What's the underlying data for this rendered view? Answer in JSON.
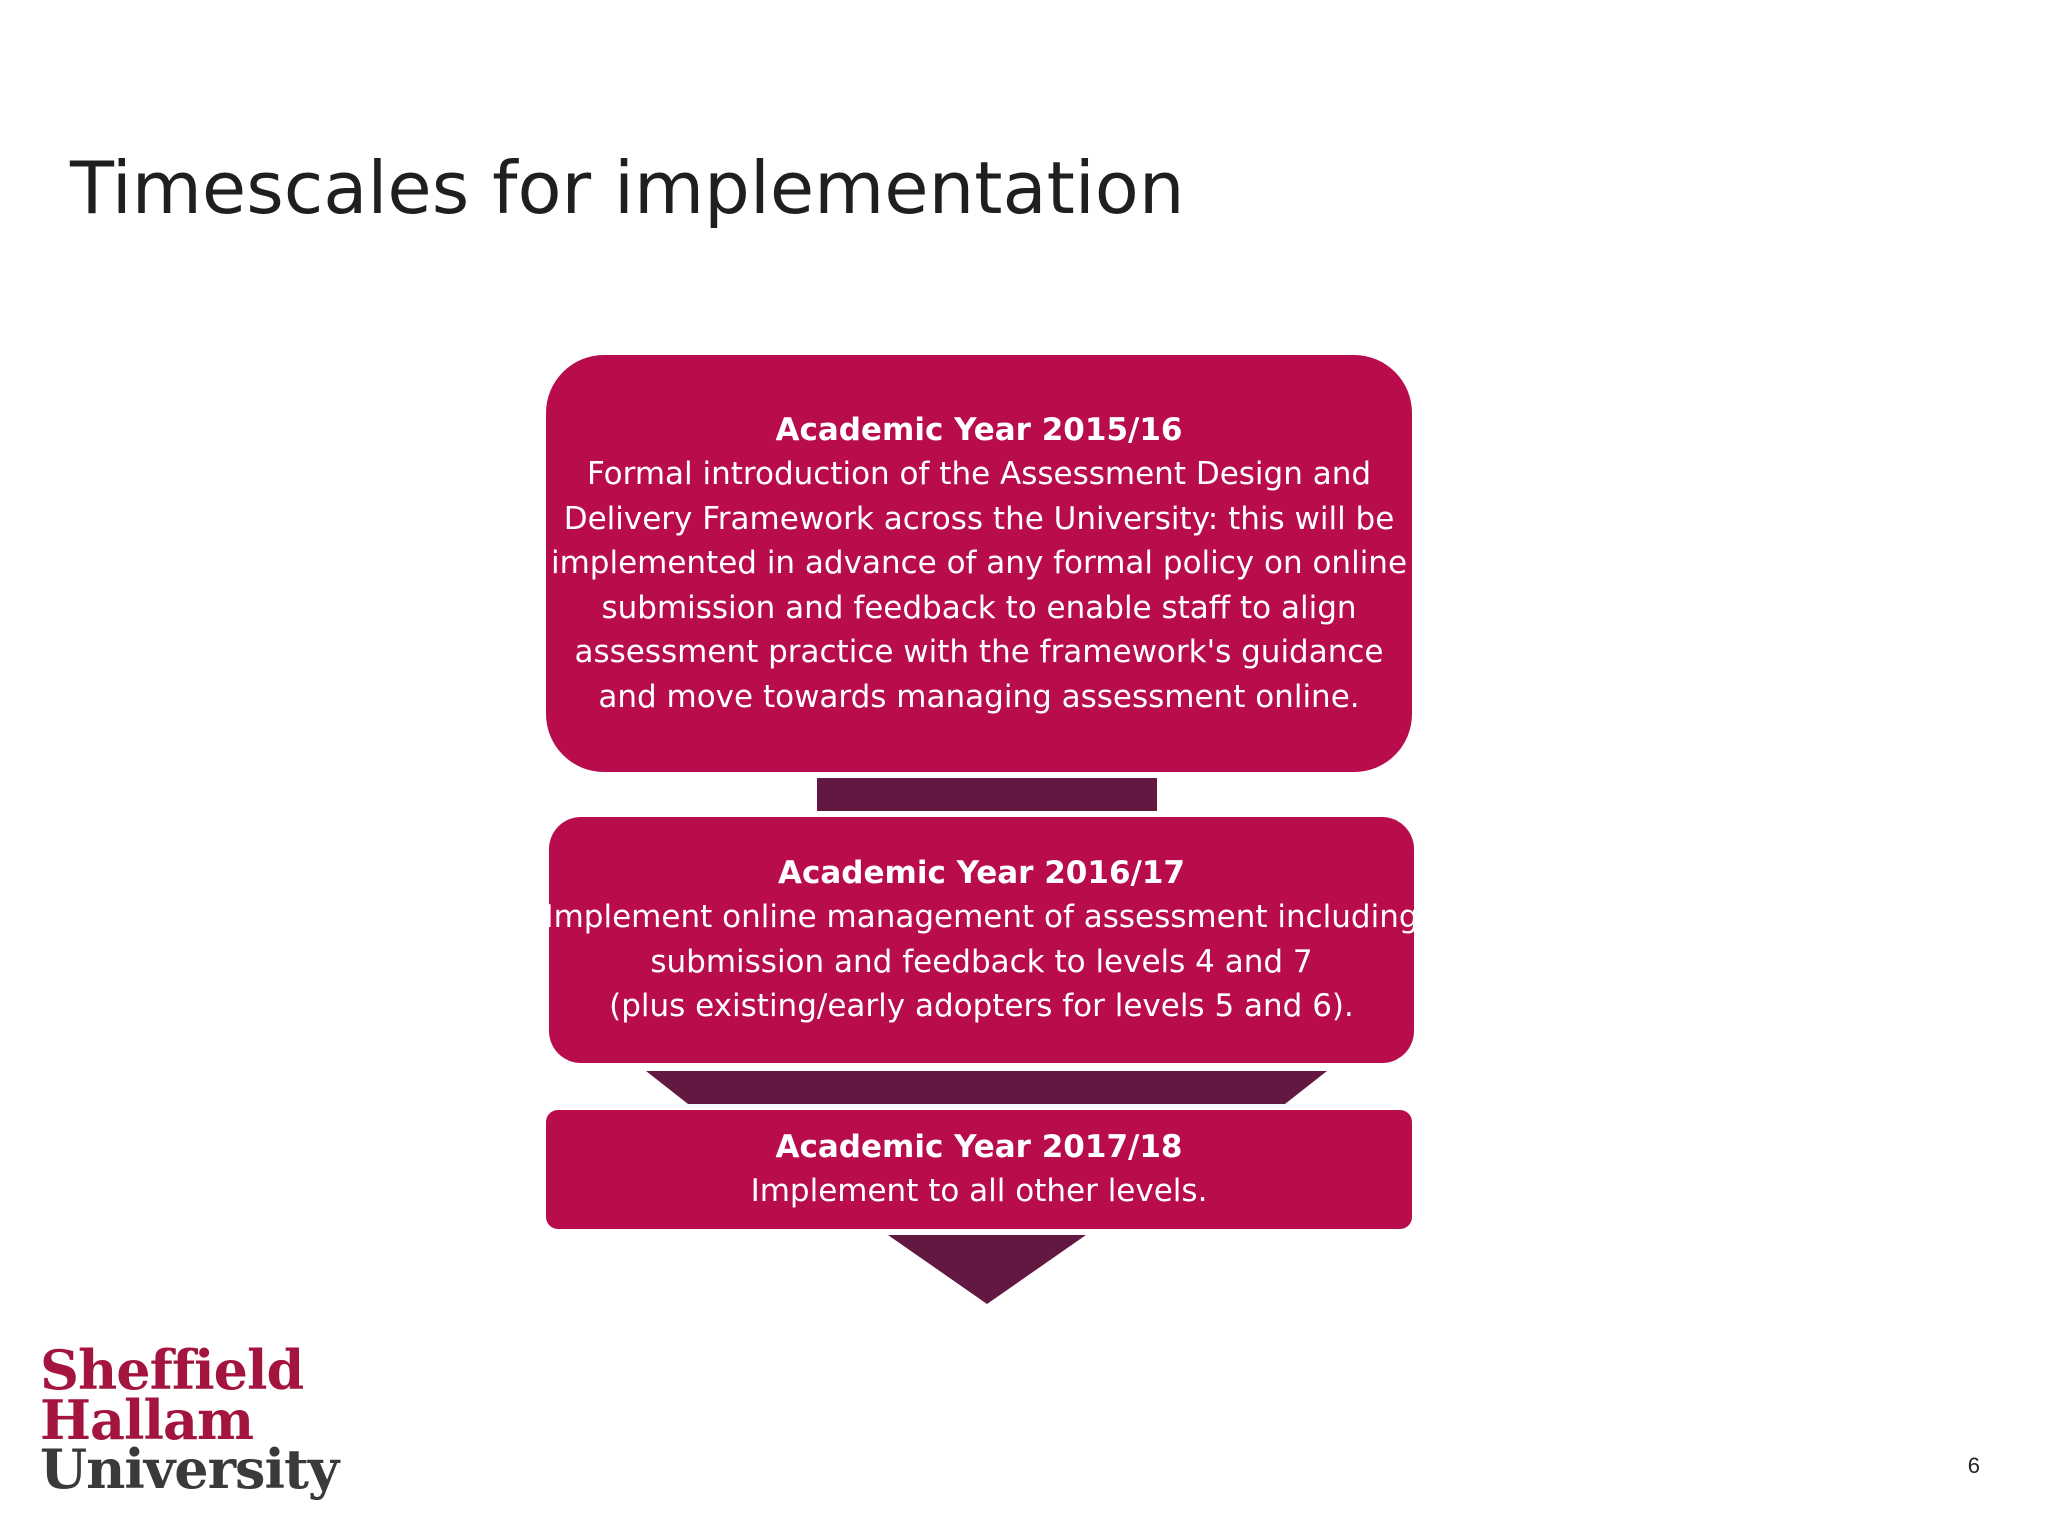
{
  "slide": {
    "title": "Timescales for implementation",
    "page_number": "6"
  },
  "colors": {
    "box_fill": "#b80c4d",
    "connector_fill": "#621841",
    "logo_red": "#a3153f",
    "logo_grey": "#3a3a3a"
  },
  "steps": [
    {
      "heading": "Academic Year 2015/16",
      "lines": [
        "Formal introduction of the Assessment Design and",
        "Delivery Framework across the University: this will be",
        "implemented in advance of any formal policy on online",
        "submission and feedback to enable staff to align",
        "assessment practice with the framework's guidance",
        "and move towards managing assessment online."
      ]
    },
    {
      "heading": "Academic Year 2016/17",
      "lines": [
        "Implement online management of assessment including",
        "submission and feedback to levels 4 and 7",
        "(plus existing/early adopters for levels 5 and 6)."
      ]
    },
    {
      "heading": "Academic Year 2017/18",
      "lines": [
        "Implement to all other levels."
      ]
    }
  ],
  "logo": {
    "line1": "Sheffield",
    "line2": "Hallam",
    "line3": "University"
  }
}
